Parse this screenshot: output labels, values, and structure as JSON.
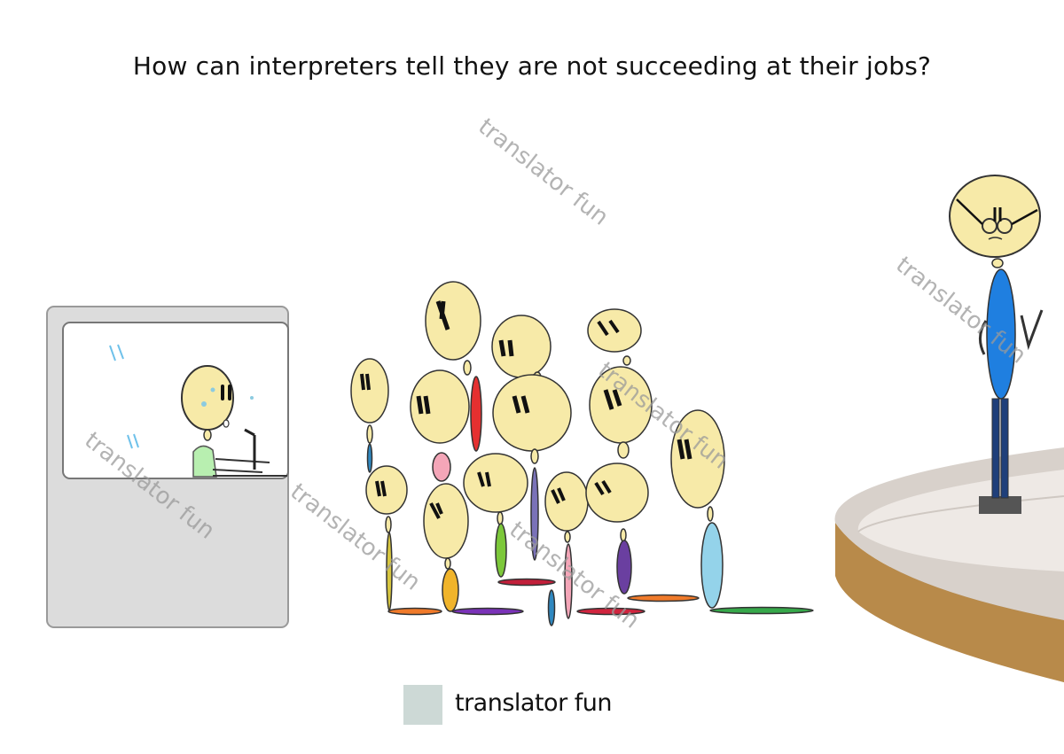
{
  "title": "How can interpreters tell they are not succeeding at their jobs?",
  "watermark": "translator fun",
  "footer": {
    "label": "translator fun",
    "swatch_color": "#cdd9d6"
  },
  "colors": {
    "head_fill": "#f7eaa8",
    "booth_gray": "#dcdcdc",
    "speaker_shirt": "#1f7fe0",
    "speaker_pants": "#1f3f7a",
    "stage_top": "#e9e5e1",
    "stage_base": "#a0753d"
  }
}
